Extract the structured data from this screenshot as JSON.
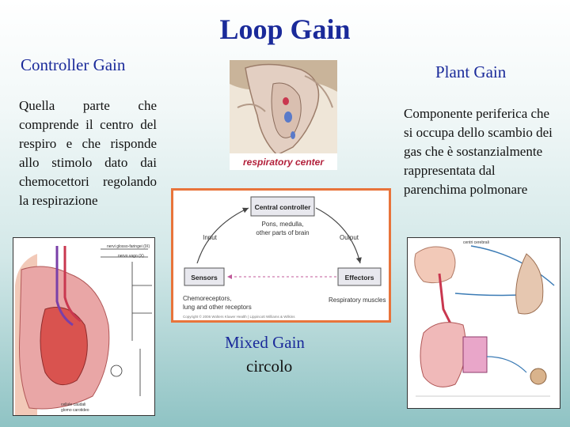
{
  "slide": {
    "title": "Loop Gain",
    "controller": {
      "heading": "Controller Gain",
      "description": "Quella parte che comprende il centro del respiro e che risponde allo stimolo dato dai chemocettori regolando la respirazione"
    },
    "plant": {
      "heading": "Plant Gain",
      "description": "Componente periferica che si occupa dello scambio dei gas che è sostanzialmente rappresentata dal parenchima polmonare"
    },
    "mixed": {
      "heading": "Mixed Gain",
      "subtitle": "circolo"
    }
  },
  "brain_image": {
    "label": "respiratory center"
  },
  "diagram": {
    "central_controller": "Central controller",
    "controller_detail_line1": "Pons, medulla,",
    "controller_detail_line2": "other parts of brain",
    "input_label": "Input",
    "output_label": "Output",
    "sensors": "Sensors",
    "effectors": "Effectors",
    "sensors_detail_line1": "Chemoreceptors,",
    "sensors_detail_line2": "lung and other receptors",
    "effectors_detail": "Respiratory muscles",
    "copyright": "Copyright © 2006 Wolters Kluwer Health | Lippincott Williams & Wilkins",
    "border_color": "#e8743b"
  },
  "chest_image": {
    "label_top": "nervi glosso-faringei (IX)",
    "label_vagus": "nervo vago (X)",
    "label_bottom_line1": "cellule caudali",
    "label_bottom_line2": "glomo carotideo"
  },
  "lungs_image": {
    "label_top": "centri cerebrali"
  }
}
